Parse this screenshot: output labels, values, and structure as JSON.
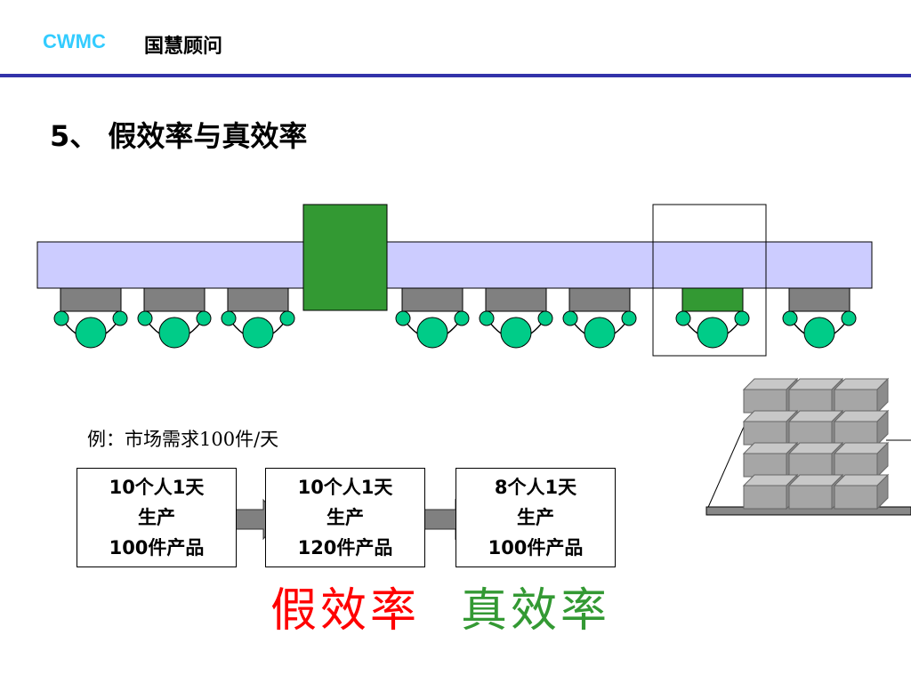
{
  "header": {
    "brand": "CWMC",
    "org": "国慧顾问"
  },
  "title": "5、 假效率与真效率",
  "example": "例：市场需求100件/天",
  "steps": [
    {
      "line1": "10个人1天",
      "line2": "生产",
      "line3": "100件产品"
    },
    {
      "line1": "10个人1天",
      "line2": "生产",
      "line3": "120件产品"
    },
    {
      "line1": "8个人1天",
      "line2": "生产",
      "line3": "100件产品"
    }
  ],
  "labels": {
    "fake": "假效率",
    "true": "真效率"
  },
  "colors": {
    "brand": "#33ccff",
    "rule": "#3333aa",
    "conveyor": "#ccccff",
    "green": "#339933",
    "worker": "#00cc88",
    "fake": "#ff0000",
    "true": "#339933"
  }
}
